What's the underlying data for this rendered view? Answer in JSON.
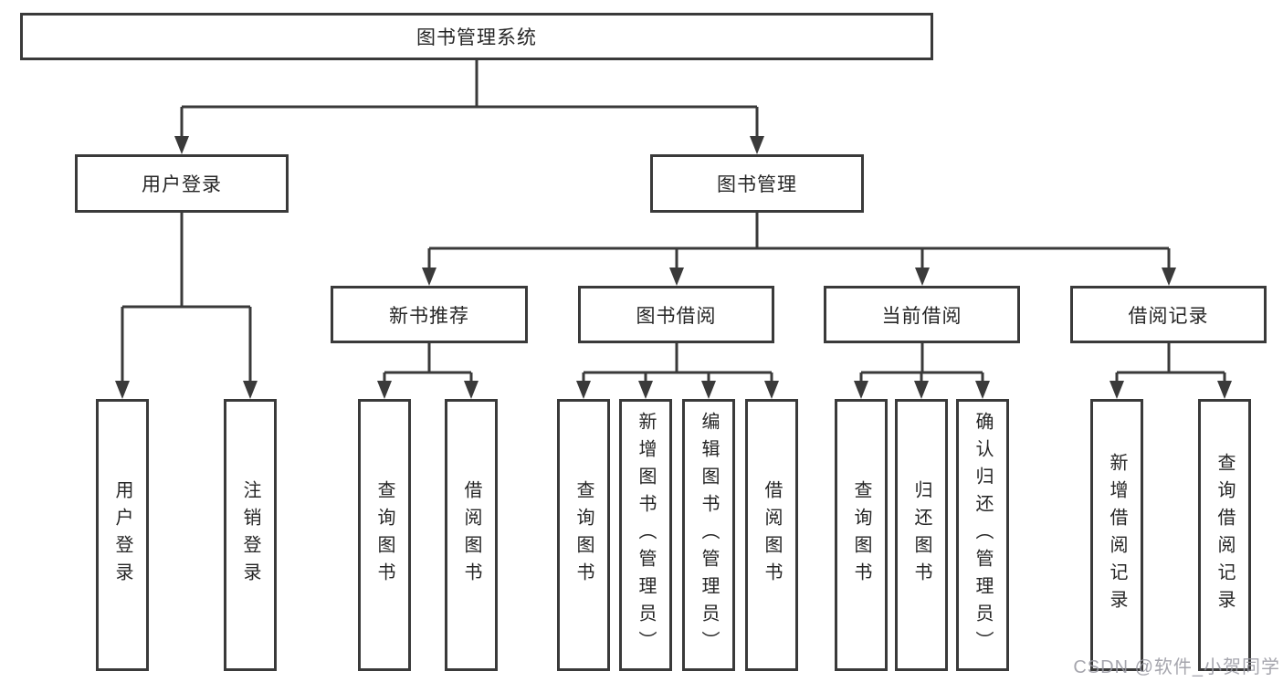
{
  "diagram": {
    "type": "tree",
    "title": "图书管理系统",
    "root": {
      "label": "图书管理系统",
      "children": [
        {
          "label": "用户登录",
          "children": [
            {
              "label": "用户登录"
            },
            {
              "label": "注销登录"
            }
          ]
        },
        {
          "label": "图书管理",
          "children": [
            {
              "label": "新书推荐",
              "children": [
                {
                  "label": "查询图书"
                },
                {
                  "label": "借阅图书"
                }
              ]
            },
            {
              "label": "图书借阅",
              "children": [
                {
                  "label": "查询图书"
                },
                {
                  "label": "新增图书（管理员）"
                },
                {
                  "label": "编辑图书（管理员）"
                },
                {
                  "label": "借阅图书"
                }
              ]
            },
            {
              "label": "当前借阅",
              "children": [
                {
                  "label": "查询图书"
                },
                {
                  "label": "归还图书"
                },
                {
                  "label": "确认归还（管理员）"
                }
              ]
            },
            {
              "label": "借阅记录",
              "children": [
                {
                  "label": "新增借阅记录"
                },
                {
                  "label": "查询借阅记录"
                }
              ]
            }
          ]
        }
      ]
    }
  },
  "watermark": "CSDN @软件_小贺同学",
  "colors": {
    "line": "#3a3a3a",
    "box_border": "#3a3a3a",
    "text": "#262626",
    "watermark": "#9c9ca4",
    "background": "#ffffff"
  }
}
